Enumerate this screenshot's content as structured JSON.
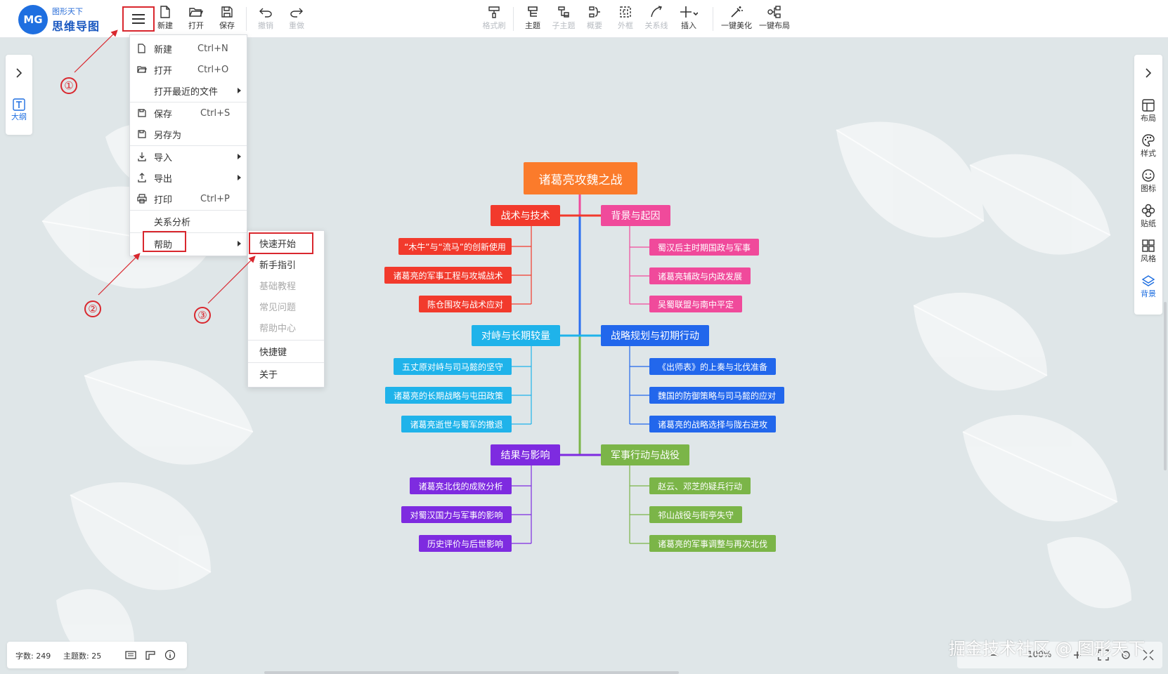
{
  "app": {
    "logo_mark": "MG",
    "logo_sub": "图形天下",
    "logo_main": "思维导图"
  },
  "toolbar": {
    "new": "新建",
    "open": "打开",
    "save": "保存",
    "undo": "撤销",
    "redo": "重做",
    "format_brush": "格式刷",
    "topic": "主题",
    "subtopic": "子主题",
    "summary": "概要",
    "frame": "外框",
    "relation": "关系线",
    "insert": "插入",
    "beautify": "一键美化",
    "layout": "一键布局"
  },
  "left_panel": {
    "outline": "大纲"
  },
  "right_panel": {
    "layout": "布局",
    "style": "样式",
    "icon": "图标",
    "sticker": "贴纸",
    "theme": "风格",
    "background": "背景"
  },
  "main_menu": {
    "new": {
      "label": "新建",
      "shortcut": "Ctrl+N"
    },
    "open": {
      "label": "打开",
      "shortcut": "Ctrl+O"
    },
    "recent": {
      "label": "打开最近的文件"
    },
    "save": {
      "label": "保存",
      "shortcut": "Ctrl+S"
    },
    "save_as": {
      "label": "另存为"
    },
    "import": {
      "label": "导入"
    },
    "export": {
      "label": "导出"
    },
    "print": {
      "label": "打印",
      "shortcut": "Ctrl+P"
    },
    "relation_analysis": {
      "label": "关系分析"
    },
    "help": {
      "label": "帮助"
    }
  },
  "help_menu": {
    "quick_start": "快速开始",
    "beginner_guide": "新手指引",
    "basic_tutorial": "基础教程",
    "faq": "常见问题",
    "help_center": "帮助中心",
    "shortcuts": "快捷键",
    "about": "关于"
  },
  "annotations": [
    "①",
    "②",
    "③"
  ],
  "colors": {
    "accent": "#1f6fe0",
    "annotation_red": "#d9272e",
    "root": "#fb7b2b",
    "trunk": "#2b6ff0"
  },
  "mindmap": {
    "root": "诸葛亮攻魏之战",
    "branches": [
      {
        "title": "战术与技术",
        "color": "#f23a2c",
        "children": [
          "“木牛”与“流马”的创新使用",
          "诸葛亮的军事工程与攻城战术",
          "陈仓围攻与战术应对"
        ]
      },
      {
        "title": "背景与起因",
        "color": "#f04a9b",
        "children": [
          "蜀汉后主时期国政与军事",
          "诸葛亮辅政与内政发展",
          "吴蜀联盟与南中平定"
        ]
      },
      {
        "title": "对峙与长期较量",
        "color": "#1fb3ea",
        "children": [
          "五丈原对峙与司马懿的坚守",
          "诸葛亮的长期战略与屯田政策",
          "诸葛亮逝世与蜀军的撤退"
        ]
      },
      {
        "title": "战略规划与初期行动",
        "color": "#2267ec",
        "children": [
          "《出师表》的上奏与北伐准备",
          "魏国的防御策略与司马懿的应对",
          "诸葛亮的战略选择与陇右进攻"
        ]
      },
      {
        "title": "结果与影响",
        "color": "#7e2be0",
        "children": [
          "诸葛亮北伐的成败分析",
          "对蜀汉国力与军事的影响",
          "历史评价与后世影响"
        ]
      },
      {
        "title": "军事行动与战役",
        "color": "#7bb548",
        "children": [
          "赵云、邓芝的疑兵行动",
          "祁山战役与街亭失守",
          "诸葛亮的军事调整与再次北伐"
        ]
      }
    ]
  },
  "status": {
    "word_count": "字数: 249",
    "topic_count": "主题数: 25",
    "zoom": "100%"
  },
  "watermark": "掘金技术社区 @ 图形天下"
}
